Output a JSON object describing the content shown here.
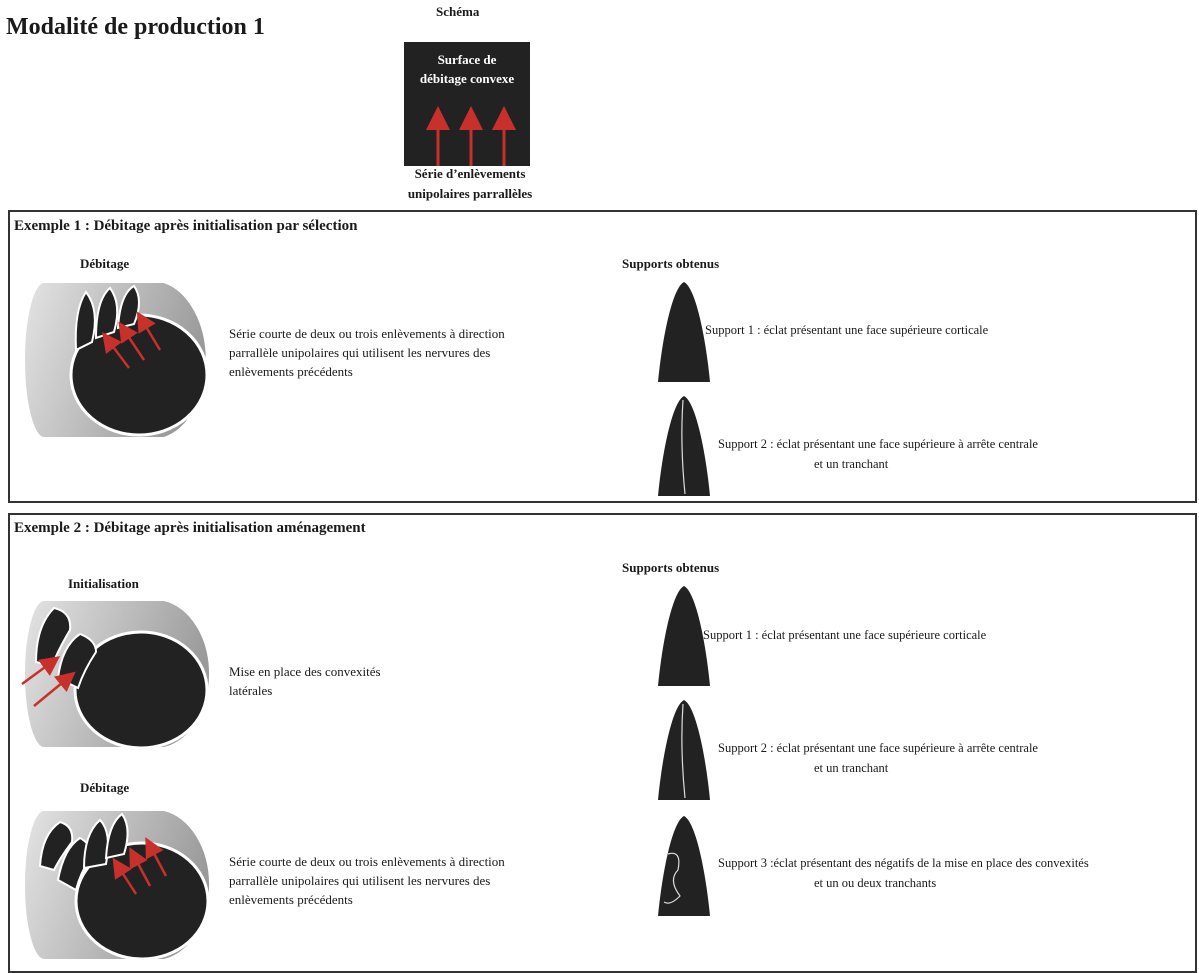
{
  "title": "Modalité de production 1",
  "schema": {
    "heading": "Schéma",
    "box_line1": "Surface de",
    "box_line2": "débitage convexe",
    "caption_line1": "Série d’enlèvements",
    "caption_line2": "unipolaires parrallèles",
    "arrow_color": "#c8302c"
  },
  "example1": {
    "title": "Exemple 1 : Débitage après initialisation par sélection",
    "debitage_label": "Débitage",
    "debitage_desc": [
      "Série courte de deux ou trois enlèvements à direction",
      "parrallèle unipolaires qui utilisent les nervures des",
      "enlèvements précédents"
    ],
    "supports_label": "Supports obtenus",
    "supports": [
      {
        "line1": "Support 1 : éclat présentant une face supérieure corticale",
        "line2": ""
      },
      {
        "line1": "Support 2 : éclat présentant une face supérieure à arrête centrale",
        "line2": "et un tranchant"
      }
    ]
  },
  "example2": {
    "title": "Exemple 2 : Débitage après initialisation aménagement",
    "initialisation_label": "Initialisation",
    "initialisation_desc": [
      "Mise en place des convexités",
      "latérales"
    ],
    "debitage_label": "Débitage",
    "debitage_desc": [
      "Série courte de deux ou trois enlèvements à direction",
      "parrallèle unipolaires qui utilisent les nervures des",
      "enlèvements précédents"
    ],
    "supports_label": "Supports obtenus",
    "supports": [
      {
        "line1": "Support 1 : éclat présentant une face supérieure  corticale",
        "line2": ""
      },
      {
        "line1": "Support 2 : éclat présentant une face supérieure à arrête centrale",
        "line2": "et un tranchant"
      },
      {
        "line1": "Support 3 :éclat présentant des négatifs de la mise en place des convexités",
        "line2": "et un ou deux tranchants"
      }
    ]
  },
  "colors": {
    "dark": "#222222",
    "cortex": "#bdbdbd",
    "arrow": "#c8302c"
  }
}
